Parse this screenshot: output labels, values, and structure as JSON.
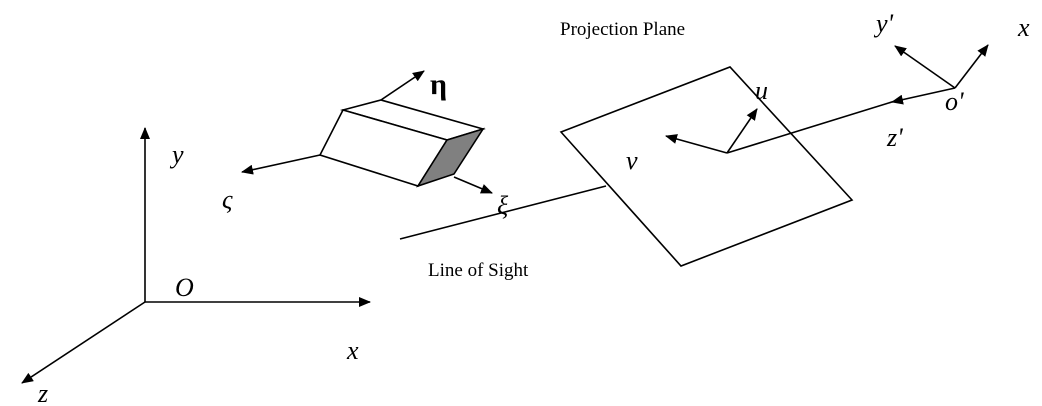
{
  "labels": {
    "projection_plane": "Projection Plane",
    "line_of_sight": "Line of Sight",
    "world_y": "y",
    "world_x": "x",
    "world_z": "z",
    "world_origin": "O",
    "eta": "η",
    "zeta": "ς",
    "xi": "ξ",
    "u": "u",
    "v": "ν",
    "y_prime": "y'",
    "x_prime": "x",
    "z_prime": "z'",
    "o_prime": "o'"
  },
  "colors": {
    "line": "#000000",
    "box_shaded_face": "#808080",
    "background": "#ffffff"
  }
}
